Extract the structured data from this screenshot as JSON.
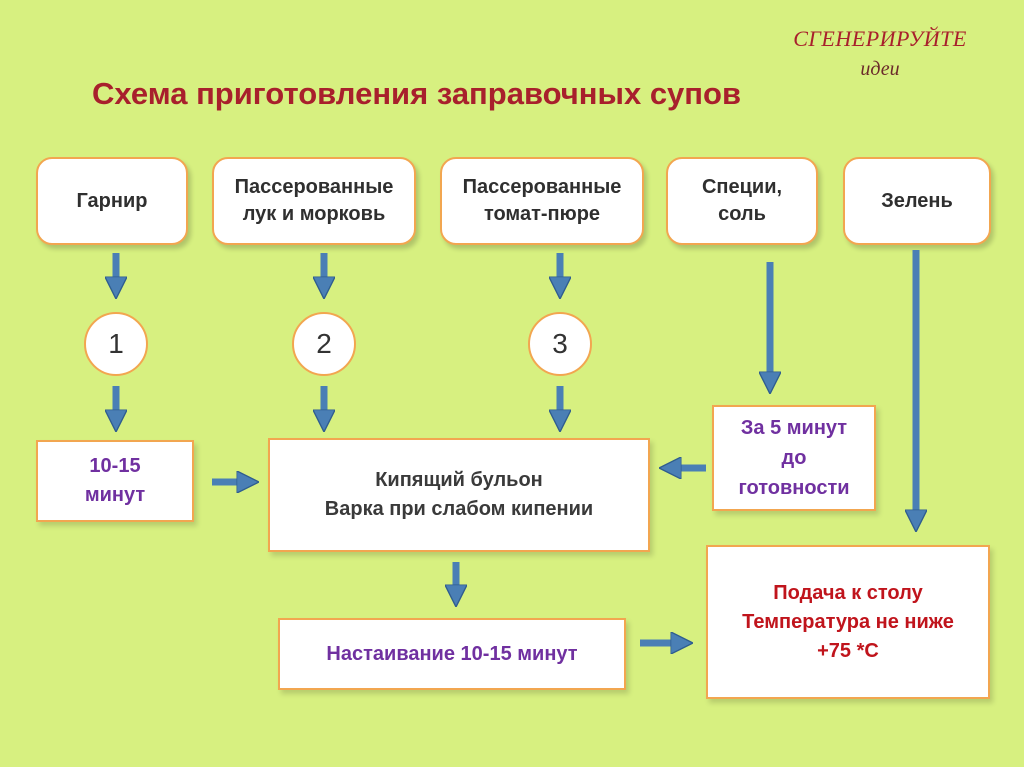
{
  "title": "Схема приготовления заправочных супов",
  "brand": {
    "line1": "СГЕНЕРИРУЙТЕ",
    "line2": "идеи"
  },
  "top_boxes": [
    {
      "label": "Гарнир"
    },
    {
      "label": "Пассерованные\nлук и морковь"
    },
    {
      "label": "Пассерованные\nтомат-пюре"
    },
    {
      "label": "Специи,\nсоль"
    },
    {
      "label": "Зелень"
    }
  ],
  "steps": [
    "1",
    "2",
    "3"
  ],
  "time_box": "10-15\nминут",
  "boil_box": "Кипящий бульон\nВарка при слабом кипении",
  "spice_time_box": "За 5 минут\nдо\nготовности",
  "infuse_box": "Настаивание  10-15 минут",
  "serve_box": "Подача к столу\nТемпература не ниже\n+75 *С",
  "colors": {
    "background": "#d7f080",
    "box_border": "#f2a650",
    "arrow": "#4a7fb5",
    "title": "#a8202c",
    "purple_text": "#7030a0",
    "red_text": "#c0141c"
  }
}
